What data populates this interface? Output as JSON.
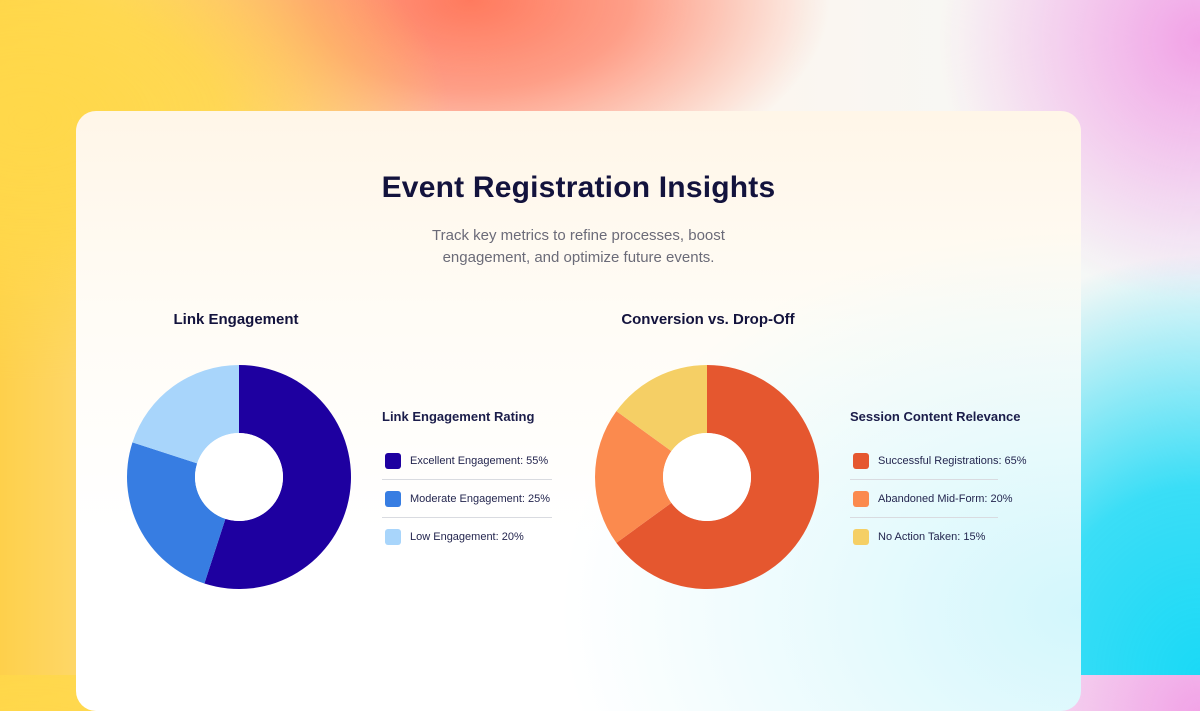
{
  "header": {
    "title": "Event Registration Insights",
    "subtitle": "Track key metrics to refine processes, boost engagement, and optimize future events."
  },
  "charts": [
    {
      "title": "Link Engagement",
      "legend_title": "Link Engagement Rating",
      "items": [
        {
          "label": "Excellent Engagement: 55%",
          "color": "#1e00a0"
        },
        {
          "label": "Moderate Engagement: 25%",
          "color": "#377de2"
        },
        {
          "label": "Low Engagement: 20%",
          "color": "#a8d5fb"
        }
      ]
    },
    {
      "title": "Conversion vs. Drop-Off",
      "legend_title": "Session Content Relevance",
      "items": [
        {
          "label": "Successful Registrations: 65%",
          "color": "#e5572f"
        },
        {
          "label": "Abandoned Mid-Form: 20%",
          "color": "#fb8a4e"
        },
        {
          "label": "No Action Taken: 15%",
          "color": "#f5cf65"
        }
      ]
    }
  ],
  "chart_data": [
    {
      "type": "pie",
      "variant": "donut",
      "title": "Link Engagement",
      "legend_title": "Link Engagement Rating",
      "categories": [
        "Excellent Engagement",
        "Moderate Engagement",
        "Low Engagement"
      ],
      "values": [
        55,
        25,
        20
      ],
      "colors": [
        "#1e00a0",
        "#377de2",
        "#a8d5fb"
      ],
      "unit": "%",
      "legend_position": "right"
    },
    {
      "type": "pie",
      "variant": "donut",
      "title": "Conversion vs. Drop-Off",
      "legend_title": "Session Content Relevance",
      "categories": [
        "Successful Registrations",
        "Abandoned Mid-Form",
        "No Action Taken"
      ],
      "values": [
        65,
        20,
        15
      ],
      "colors": [
        "#e5572f",
        "#fb8a4e",
        "#f5cf65"
      ],
      "unit": "%",
      "legend_position": "right"
    }
  ]
}
